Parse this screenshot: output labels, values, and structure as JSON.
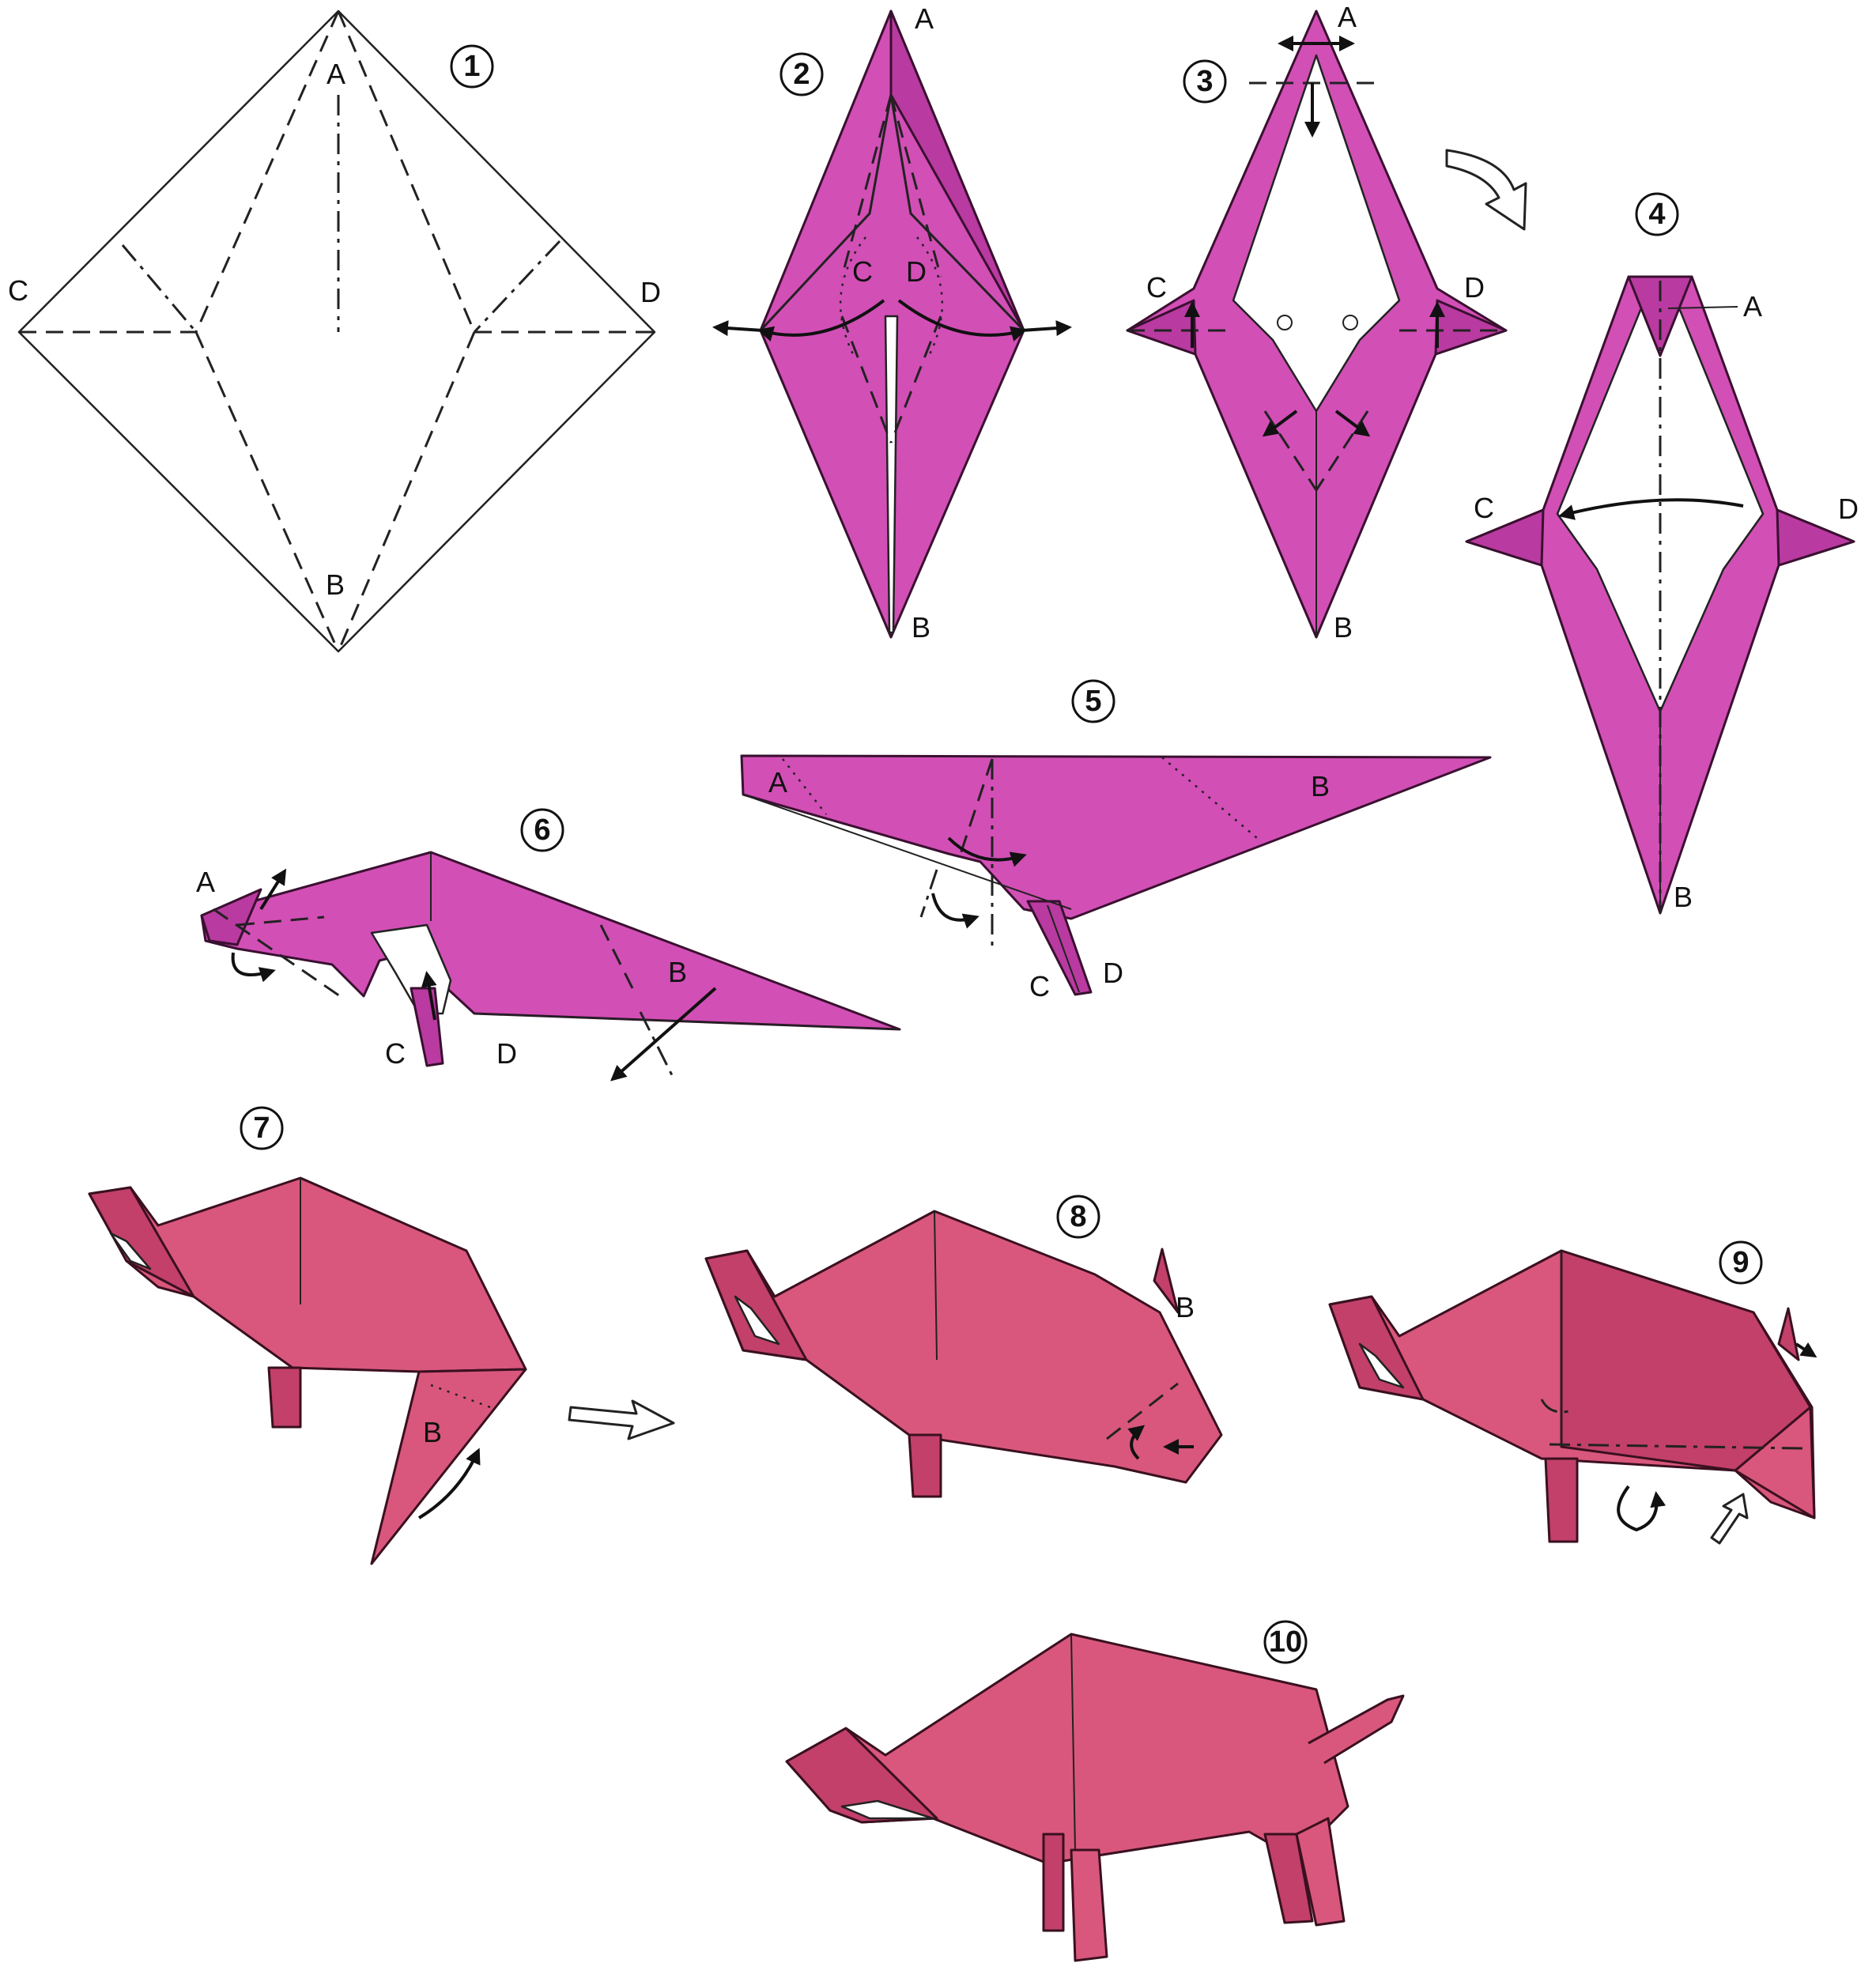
{
  "steps": [
    {
      "number": "1",
      "labels": [
        "A",
        "B",
        "C",
        "D"
      ]
    },
    {
      "number": "2",
      "labels": [
        "A",
        "B",
        "C",
        "D"
      ]
    },
    {
      "number": "3",
      "labels": [
        "A",
        "B",
        "C",
        "D"
      ]
    },
    {
      "number": "4",
      "labels": [
        "A",
        "B",
        "C",
        "D"
      ]
    },
    {
      "number": "5",
      "labels": [
        "A",
        "B",
        "C",
        "D"
      ]
    },
    {
      "number": "6",
      "labels": [
        "A",
        "B",
        "C",
        "D"
      ]
    },
    {
      "number": "7",
      "labels": [
        "B"
      ]
    },
    {
      "number": "8",
      "labels": [
        "B"
      ]
    },
    {
      "number": "9",
      "labels": []
    },
    {
      "number": "10",
      "labels": []
    }
  ],
  "colors": {
    "paper_pink": "#d24fb6",
    "paper_red": "#d9577c",
    "paper_white": "#ffffff",
    "lines": "#222222"
  }
}
